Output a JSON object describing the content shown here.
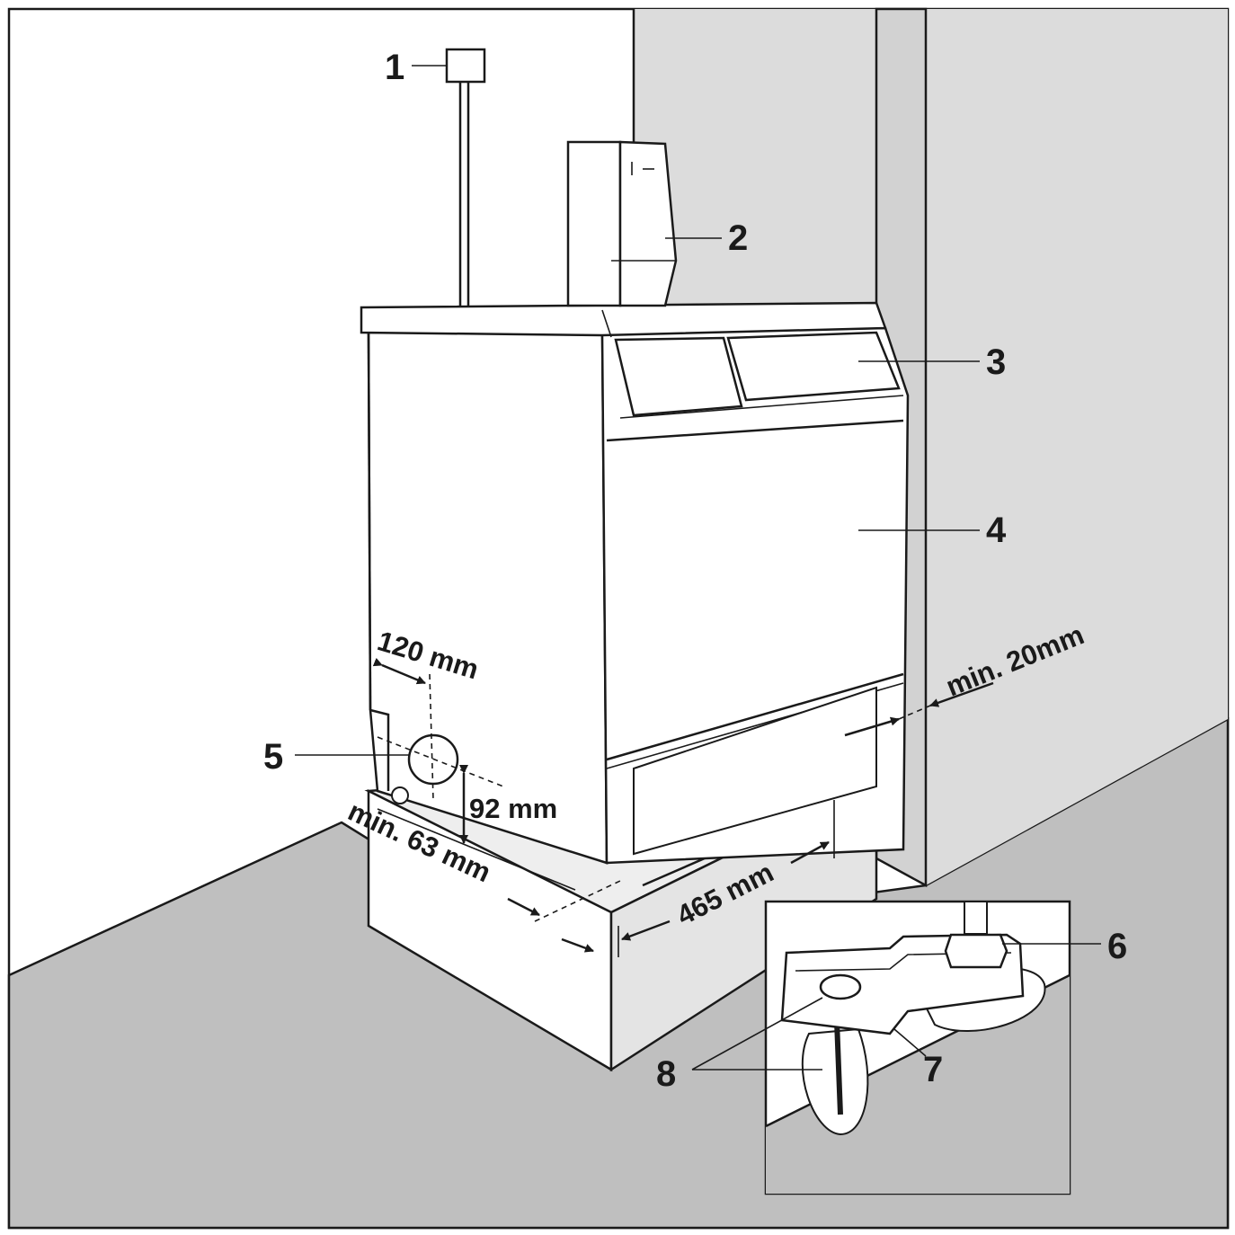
{
  "callouts": [
    "1",
    "2",
    "3",
    "4",
    "5",
    "6",
    "7",
    "8"
  ],
  "dimensions": {
    "side_offset": "120 mm",
    "hole_height": "92 mm",
    "min_front": "min. 63 mm",
    "depth": "465 mm",
    "min_wall": "min. 20mm"
  },
  "colors": {
    "floor": "#bfbfbf",
    "wall_right": "#dcdcdc",
    "pedestal_shade": "#d9d9d9",
    "line": "#1a1a1a"
  }
}
